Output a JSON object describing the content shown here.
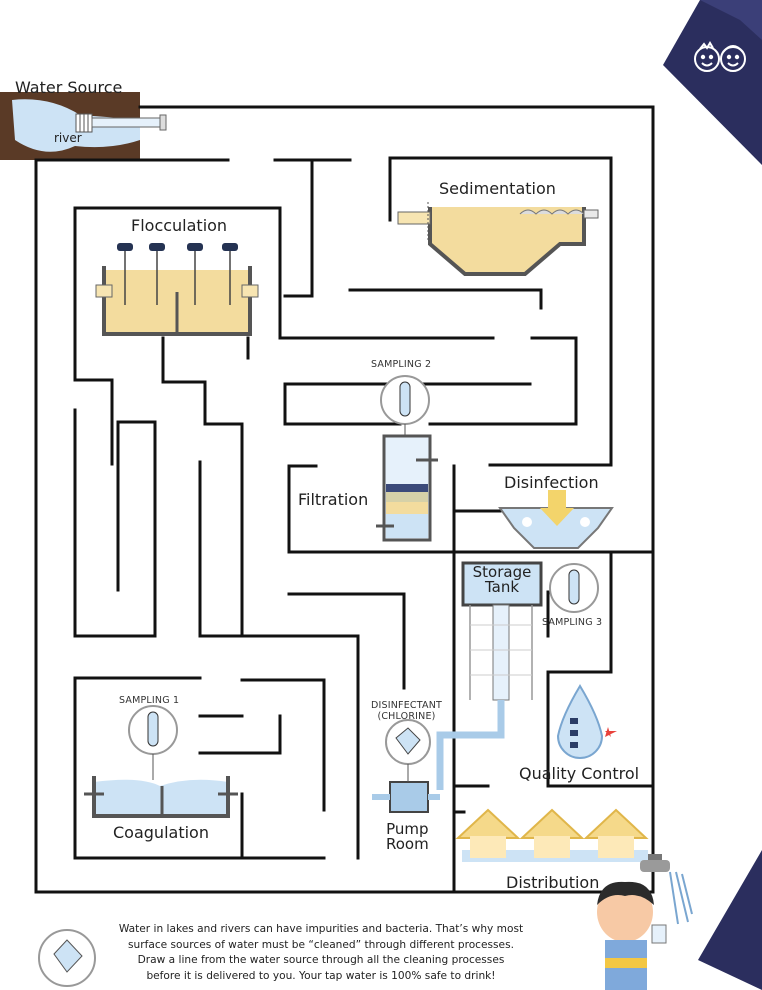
{
  "labels": {
    "water_source": "Water Source",
    "river": "river",
    "sedimentation": "Sedimentation",
    "flocculation": "Flocculation",
    "sampling_2": "SAMPLING 2",
    "filtration": "Filtration",
    "disinfection": "Disinfection",
    "storage_tank_1": "Storage",
    "storage_tank_2": "Tank",
    "sampling_3": "SAMPLING 3",
    "sampling_1": "SAMPLING 1",
    "disinfectant_1": "DISINFECTANT",
    "disinfectant_2": "(CHLORINE)",
    "quality_control": "Quality Control",
    "coagulation": "Coagulation",
    "pump_room_1": "Pump",
    "pump_room_2": "Room",
    "distribution": "Distribution"
  },
  "caption": {
    "line_1": "Water in lakes and rivers can have impurities and bacteria. That’s why most",
    "line_2": "surface sources of water must be “cleaned”  through different processes.",
    "line_3": "Draw a line from the water source through all the cleaning processes",
    "line_4": "before it is delivered to you. Your tap water is 100% safe to drink!"
  },
  "icons": [
    "faces-logo-icon",
    "test-tube-icon",
    "beaker-icon",
    "water-drop-checklist-icon",
    "house-icon",
    "faucet-icon",
    "boy-with-glass-icon"
  ],
  "colors": {
    "maze_line": "#111111",
    "water": "#cde3f5",
    "sediment": "#f3dc9e",
    "earth": "#5a3a26",
    "navy_corner": "#2b2e5e",
    "star_red": "#e8423b"
  }
}
